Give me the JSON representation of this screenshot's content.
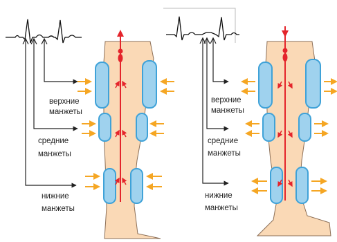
{
  "colors": {
    "leg_fill": "#FAD9B6",
    "leg_stroke": "#8C6F57",
    "cuff_fill": "#9FD2EE",
    "cuff_stroke": "#3FA2D8",
    "blood_flow": "#E4242B",
    "compression_arrow": "#F5A623",
    "ecg_line": "#111111",
    "pointer_line": "#222222"
  },
  "left_panel": {
    "labels": {
      "upper_line1": "верхние",
      "upper_line2": "манжеты",
      "middle_line1": "средние",
      "middle_line2": "манжеты",
      "lower_line1": "нижние",
      "lower_line2": "манжеты"
    },
    "compression_arrows": "inward",
    "flow_direction": "up"
  },
  "right_panel": {
    "labels": {
      "upper_line1": "верхние",
      "upper_line2": "манжеты",
      "middle_line1": "средние",
      "middle_line2": "манжеты",
      "lower_line1": "нижние",
      "lower_line2": "манжеты"
    },
    "compression_arrows": "outward",
    "flow_direction": "down"
  }
}
